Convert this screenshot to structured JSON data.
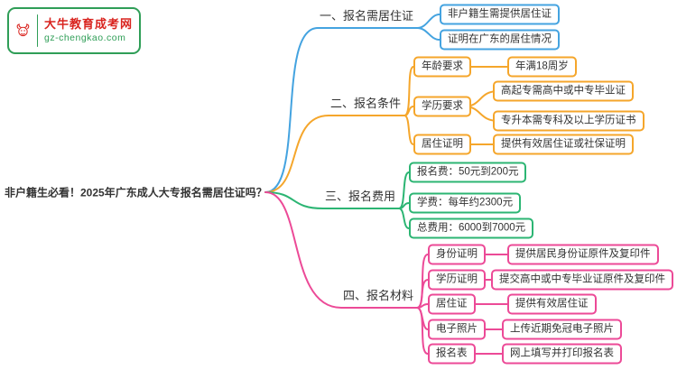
{
  "logo": {
    "name": "大牛教育成考网",
    "domain": "gz-chengkao.com",
    "icon": "bull-icon",
    "brand_red": "#d9241f",
    "brand_green": "#2f9e57"
  },
  "root": {
    "text": "非户籍生必看！2025年广东成人大专报名需居住证吗？"
  },
  "branches": [
    {
      "label": "一、报名需居住证",
      "color": "#44a3e0",
      "children": [
        {
          "label": "非户籍生需提供居住证"
        },
        {
          "label": "证明在广东的居住情况"
        }
      ]
    },
    {
      "label": "二、报名条件",
      "color": "#f5a62b",
      "children": [
        {
          "label": "年龄要求",
          "children": [
            {
              "label": "年满18周岁"
            }
          ]
        },
        {
          "label": "学历要求",
          "children": [
            {
              "label": "高起专需高中或中专毕业证"
            },
            {
              "label": "专升本需专科及以上学历证书"
            }
          ]
        },
        {
          "label": "居住证明",
          "children": [
            {
              "label": "提供有效居住证或社保证明"
            }
          ]
        }
      ]
    },
    {
      "label": "三、报名费用",
      "color": "#2cb573",
      "children": [
        {
          "label": "报名费：50元到200元"
        },
        {
          "label": "学费：每年约2300元"
        },
        {
          "label": "总费用：6000到7000元"
        }
      ]
    },
    {
      "label": "四、报名材料",
      "color": "#ec4a97",
      "children": [
        {
          "label": "身份证明",
          "children": [
            {
              "label": "提供居民身份证原件及复印件"
            }
          ]
        },
        {
          "label": "学历证明",
          "children": [
            {
              "label": "提交高中或中专毕业证原件及复印件"
            }
          ]
        },
        {
          "label": "居住证",
          "children": [
            {
              "label": "提供有效居住证"
            }
          ]
        },
        {
          "label": "电子照片",
          "children": [
            {
              "label": "上传近期免冠电子照片"
            }
          ]
        },
        {
          "label": "报名表",
          "children": [
            {
              "label": "网上填写并打印报名表"
            }
          ]
        }
      ]
    }
  ]
}
